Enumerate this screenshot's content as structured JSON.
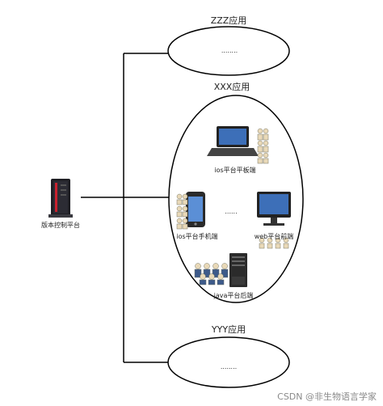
{
  "diagram": {
    "server_label": "版本控制平台",
    "apps": [
      {
        "title": "ZZZ应用",
        "body": "........"
      },
      {
        "title": "XXX应用",
        "body": "......"
      },
      {
        "title": "YYY应用",
        "body": "........"
      }
    ],
    "clients": {
      "ios_tablet": "ios平台平板端",
      "ios_phone": "ios平台手机端",
      "web_frontend": "web平台前端",
      "java_backend": "java平台后端"
    }
  },
  "watermark": "CSDN @非生物语言学家"
}
